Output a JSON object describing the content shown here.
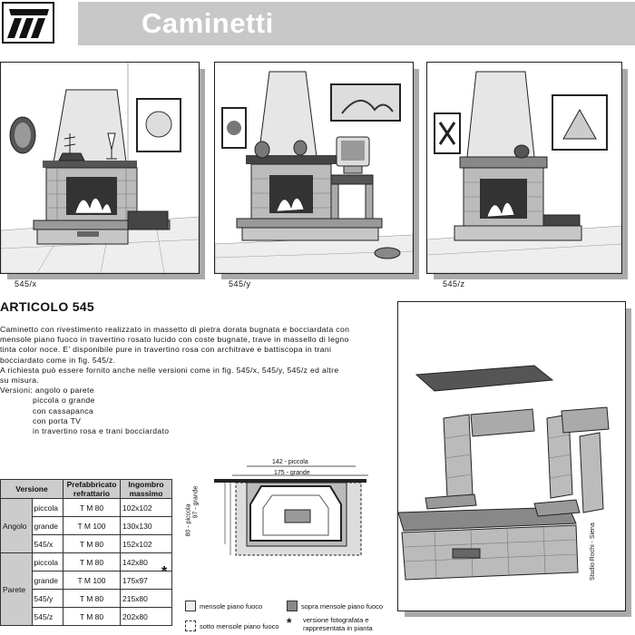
{
  "header": {
    "title": "Caminetti"
  },
  "figures": [
    {
      "caption": "545/x"
    },
    {
      "caption": "545/y"
    },
    {
      "caption": "545/z"
    }
  ],
  "article": {
    "heading": "ARTICOLO 545",
    "lines": [
      "Caminetto con rivestimento realizzato in massetto di pietra dorata bugnata e bocciardata con",
      "mensole piano fuoco in travertino rosato lucido con coste bugnate, trave in massello di legno",
      "tinta color noce. E' disponibile pure in travertino rosa con architrave e battiscopa in trani",
      "bocciardato come in fig. 545/z.",
      "A richiesta può essere fornito anche nelle versioni come in fig. 545/x, 545/y, 545/z ed altre",
      "su misura.",
      "Versioni: angolo o parete"
    ],
    "versions": [
      "piccola o grande",
      "con cassapanca",
      "con porta TV",
      "in travertino rosa e trani bocciardato"
    ]
  },
  "table": {
    "headers": [
      "Versione",
      "Prefabbricato refrattario",
      "Ingombro massimo"
    ],
    "groups": [
      {
        "name": "Angolo",
        "rows": [
          {
            "version": "piccola",
            "prefab": "T M 80",
            "size": "102x102",
            "mark": ""
          },
          {
            "version": "grande",
            "prefab": "T M 100",
            "size": "130x130",
            "mark": ""
          },
          {
            "version": "545/x",
            "prefab": "T M 80",
            "size": "152x102",
            "mark": ""
          }
        ]
      },
      {
        "name": "Parete",
        "rows": [
          {
            "version": "piccola",
            "prefab": "T M 80",
            "size": "142x80",
            "mark": "*"
          },
          {
            "version": "grande",
            "prefab": "T M 100",
            "size": "175x97",
            "mark": ""
          },
          {
            "version": "545/y",
            "prefab": "T M 80",
            "size": "215x80",
            "mark": ""
          },
          {
            "version": "545/z",
            "prefab": "T M 80",
            "size": "202x80",
            "mark": ""
          }
        ]
      }
    ]
  },
  "plan": {
    "width_small": "142 - piccola",
    "width_large": "175 - grande",
    "depth_small": "80 - piccola",
    "depth_large": "97 - grande"
  },
  "legend": {
    "mensole": "mensole piano fuoco",
    "sopra": "sopra mensole piano fuoco",
    "sotto": "sotto mensole piano fuoco",
    "asterisk": "*",
    "fotografica_1": "versione fotografata e",
    "fotografica_2": "rappresentata in pianta"
  },
  "credit": "Studio Rochi - Siena"
}
